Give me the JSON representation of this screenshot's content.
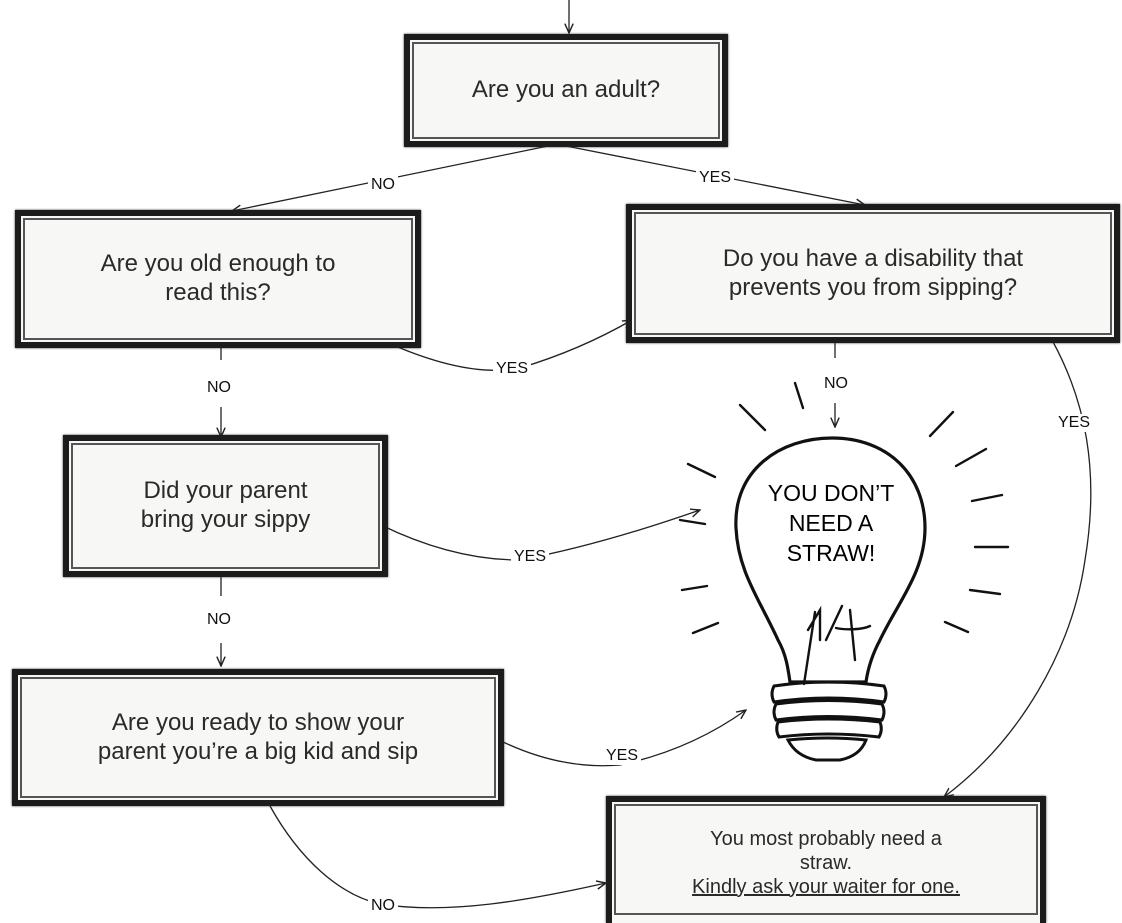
{
  "colors": {
    "ink": "#1c1c1c",
    "box_fill": "#f7f7f5",
    "line": "#222222"
  },
  "icons": [
    "lightbulb-icon"
  ],
  "nodes": {
    "adult": {
      "lines": [
        "Are you an adult?"
      ]
    },
    "old_enough": {
      "lines": [
        "Are you old enough to",
        "read this?"
      ]
    },
    "disability": {
      "lines": [
        "Do you have a disability that",
        "prevents you from sipping?"
      ]
    },
    "sippy": {
      "lines": [
        "Did your parent",
        "bring your sippy"
      ]
    },
    "big_kid": {
      "lines": [
        "Are you ready to show your",
        "parent you’re a big kid and sip"
      ]
    },
    "need_straw": {
      "lines": [
        "You most probably need a",
        "straw.",
        "Kindly ask your waiter for one."
      ]
    },
    "no_straw": {
      "lines": [
        "YOU DON’T",
        "NEED A",
        "STRAW!"
      ]
    }
  },
  "edges": {
    "adult_no": "NO",
    "adult_yes": "YES",
    "old_enough_yes": "YES",
    "old_enough_no": "NO",
    "disability_no": "NO",
    "disability_yes": "YES",
    "sippy_yes": "YES",
    "sippy_no": "NO",
    "big_kid_yes": "YES",
    "big_kid_no": "NO"
  }
}
